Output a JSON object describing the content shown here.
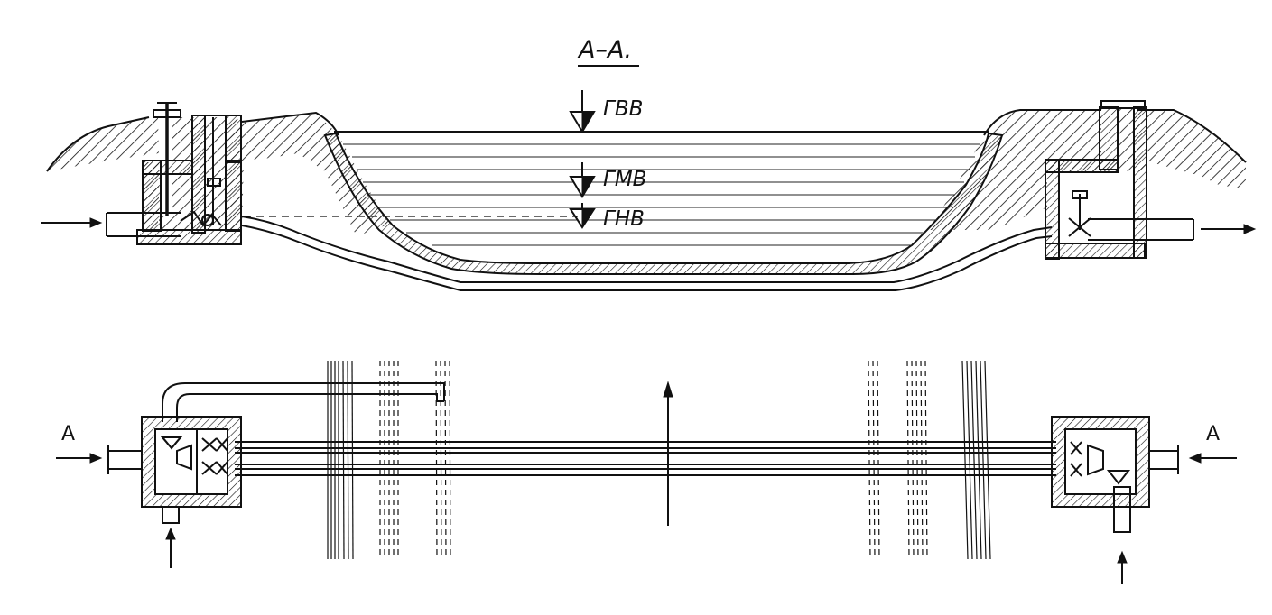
{
  "section_title": "А–А.",
  "levels": {
    "gvv": "ГВВ",
    "gmv": "ГМВ",
    "gnv": "ГНВ"
  },
  "plan_marks": {
    "left": "А",
    "right": "А"
  },
  "colors": {
    "ink": "#111111",
    "background": "#ffffff"
  }
}
